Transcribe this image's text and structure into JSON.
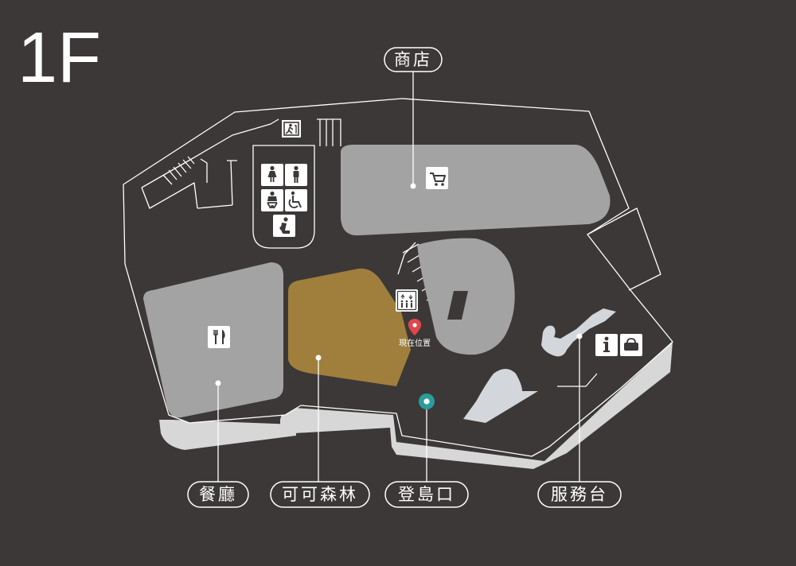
{
  "floor_label": "1F",
  "you_are_here": "現在位置",
  "callouts": {
    "shop": "商店",
    "dining": "餐廳",
    "forest": "可可森林",
    "boarding": "登島口",
    "service": "服務台"
  },
  "icons": {
    "exit": "emergency-exit-icon",
    "toilet_female": "female-toilet-icon",
    "toilet_male": "male-toilet-icon",
    "baby_change": "baby-changing-icon",
    "accessible": "accessible-toilet-icon",
    "nursing": "nursing-room-icon",
    "shop": "shopping-cart-icon",
    "dining": "restaurant-icon",
    "elevator": "elevator-icon",
    "info": "information-icon",
    "locker": "locker-icon",
    "you_are_here": "location-pin-icon",
    "boarding": "boarding-point-icon"
  },
  "colors": {
    "background": "#3b3837",
    "zone": "#a4a3a3",
    "forest": "#a07f3c",
    "water": "#d3d7dc",
    "pin": "#e0474c",
    "boarding": "#2b9c9b",
    "outline": "#ffffff"
  }
}
